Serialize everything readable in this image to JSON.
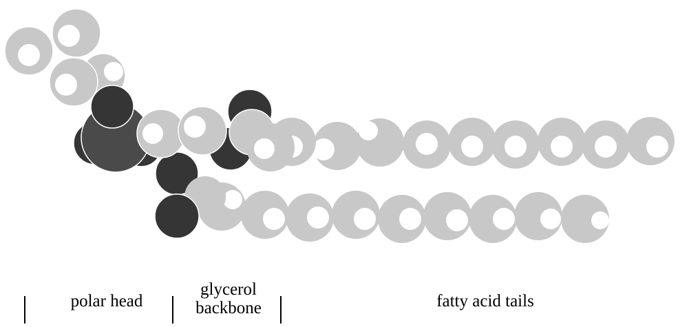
{
  "labels": {
    "polar_head": "polar head",
    "glycerol_line1": "glycerol",
    "glycerol_line2": "backbone",
    "fatty_acid_tails": "fatty acid tails"
  },
  "colors": {
    "light_atom": "#c8c8c8",
    "dark_atom": "#353535",
    "central_atom": "#4a4a4a",
    "background": "#ffffff",
    "text": "#000000"
  }
}
